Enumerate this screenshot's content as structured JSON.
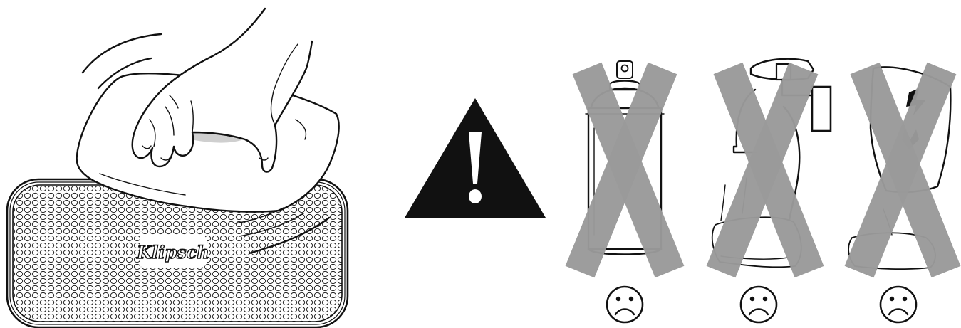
{
  "speaker": {
    "logo_text": "Klipsch"
  },
  "warning": {
    "icon": "warning-triangle-icon"
  },
  "prohibited": [
    {
      "name": "aerosol-spray-can",
      "icon": "spray-can-icon",
      "face": "sad-face-icon"
    },
    {
      "name": "spray-bottle-cleaner",
      "icon": "spray-bottle-icon",
      "face": "sad-face-icon"
    },
    {
      "name": "chemical-solvent-cloth",
      "icon": "chemical-cloth-icon",
      "face": "sad-face-icon"
    }
  ],
  "colors": {
    "ink": "#111111",
    "cross": "#9a9a9a",
    "background": "#ffffff"
  }
}
